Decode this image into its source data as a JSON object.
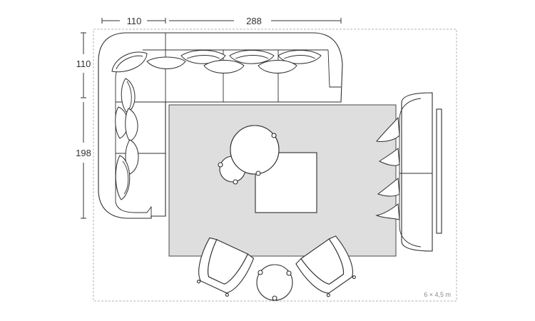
{
  "dimensions": {
    "width_left": "110",
    "width_right": "288",
    "depth_top": "110",
    "depth_side": "198"
  },
  "room_label": "6 × 4,5 m",
  "colors": {
    "rug": "#dedede",
    "line": "#2e2e2e",
    "room_border": "#b5b5b5",
    "room_label": "#8a8a8a"
  },
  "icons": [
    "sectional-sofa-icon",
    "rug-icon",
    "round-side-table-icon",
    "square-coffee-table-icon",
    "armchair-icon",
    "sofa-icon"
  ]
}
